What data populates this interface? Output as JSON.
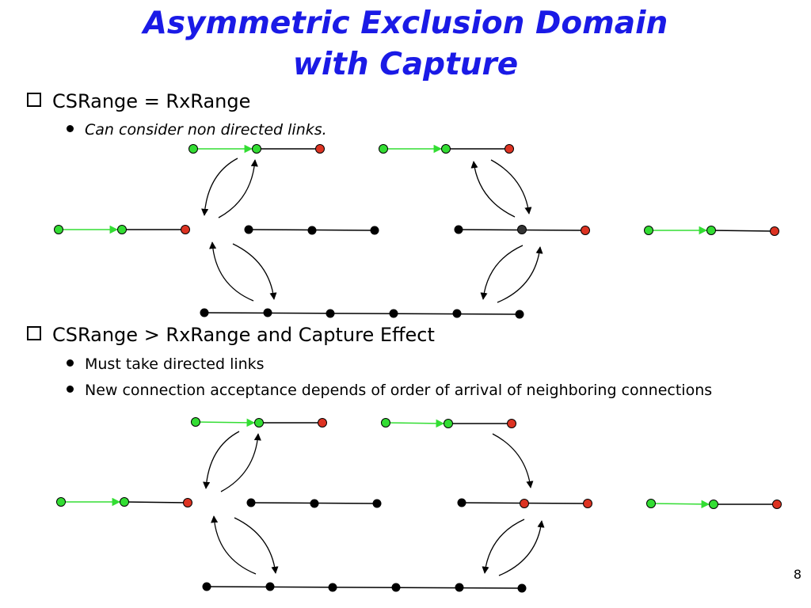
{
  "slide": {
    "title_line1": "Asymmetric Exclusion Domain",
    "title_line2": "with Capture",
    "page_number": "8"
  },
  "section1": {
    "heading": "CSRange = RxRange",
    "points": [
      "Can consider non directed links."
    ]
  },
  "section2": {
    "heading": "CSRange > RxRange and Capture Effect",
    "points": [
      "Must take directed links",
      "New connection acceptance depends of order of arrival of neighboring connections"
    ]
  },
  "colors": {
    "title": "#1a1ae6",
    "node_green": "#33dd33",
    "node_red": "#dd3322",
    "node_black": "#000000",
    "link_green": "#33dd33",
    "link_black": "#000000"
  }
}
